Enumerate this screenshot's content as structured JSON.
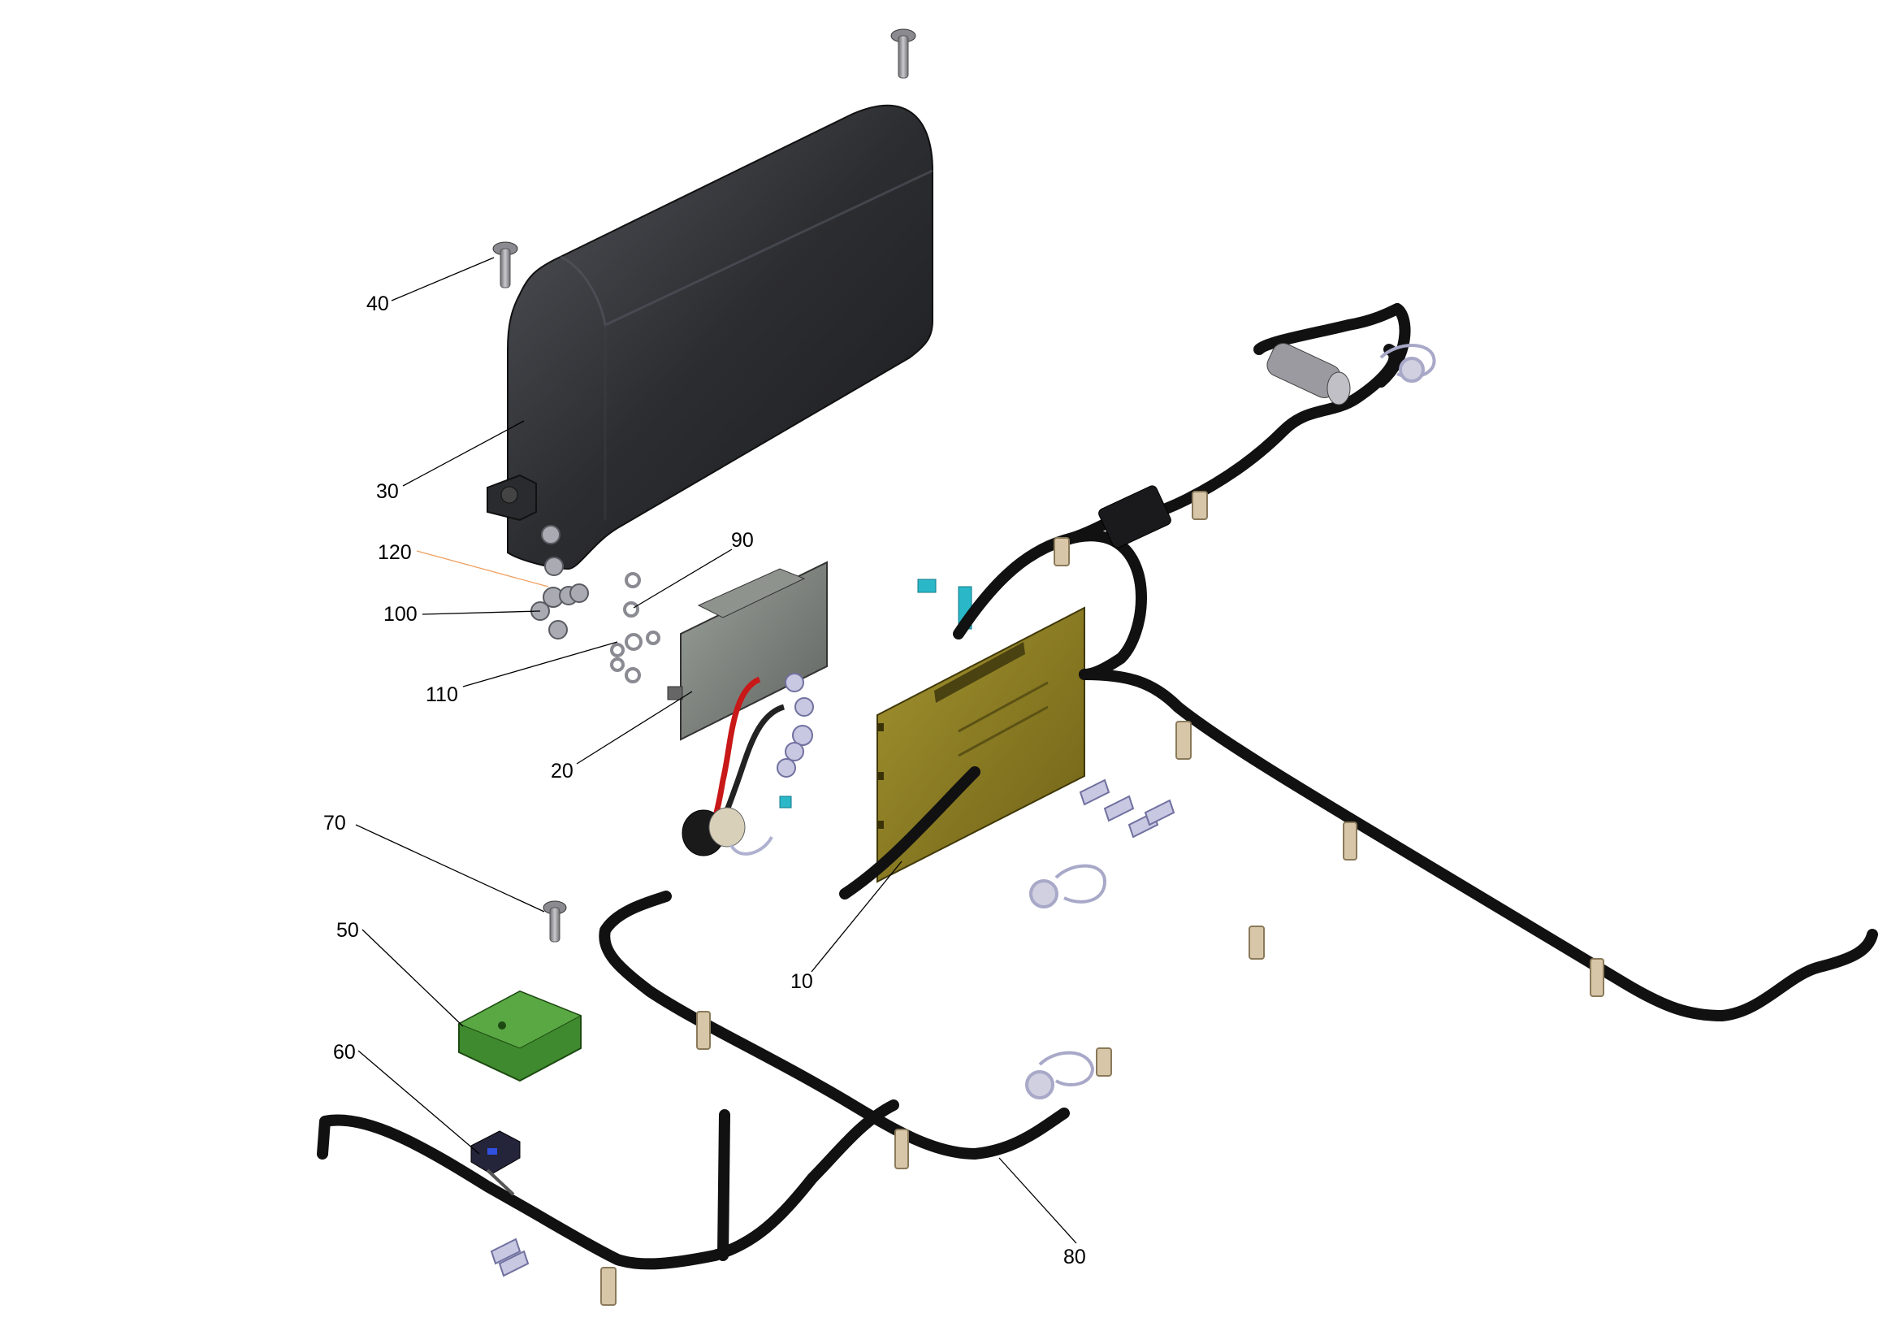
{
  "callouts": [
    {
      "id": "c40",
      "text": "40"
    },
    {
      "id": "c30",
      "text": "30"
    },
    {
      "id": "c120",
      "text": "120"
    },
    {
      "id": "c90",
      "text": "90"
    },
    {
      "id": "c100",
      "text": "100"
    },
    {
      "id": "c110",
      "text": "110"
    },
    {
      "id": "c20",
      "text": "20"
    },
    {
      "id": "c70",
      "text": "70"
    },
    {
      "id": "c50",
      "text": "50"
    },
    {
      "id": "c10",
      "text": "10"
    },
    {
      "id": "c60",
      "text": "60"
    },
    {
      "id": "c80",
      "text": "80"
    }
  ],
  "colors": {
    "cover": "#2e2f33",
    "pcb_yellow": "#8a7a1e",
    "pcb_grey": "#7c807c",
    "cable": "#111111",
    "clip": "#d8c6a8",
    "terminal": "#b8b8d8",
    "relay_green": "#3f8a2e",
    "jumper": "#2ab8c8",
    "highlight_leader": "#f0a060"
  }
}
